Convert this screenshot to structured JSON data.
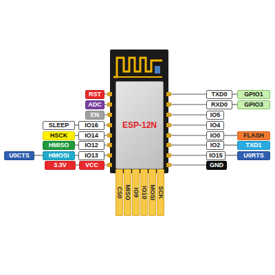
{
  "diagram": {
    "nodes": [
      {
        "text": [
          "RST"
        ]
      },
      {
        "text": [
          "TXD0"
        ]
      },
      {
        "text": [
          "GPIO1"
        ]
      },
      {
        "text": [
          "ADC"
        ]
      },
      {
        "text": [
          "RXD0"
        ]
      },
      {
        "text": [
          "GPIO3"
        ]
      },
      {
        "text": [
          "EN"
        ]
      },
      {
        "text": [
          "IO5"
        ]
      },
      {
        "text": [
          "ESP-12N"
        ]
      },
      {
        "text": [
          "SLEEP"
        ]
      },
      {
        "text": [
          "IO16"
        ]
      },
      {
        "text": [
          "IO4"
        ]
      },
      {
        "text": [
          "HSCK"
        ]
      },
      {
        "text": [
          "IO14"
        ]
      },
      {
        "text": [
          "IO0"
        ]
      },
      {
        "text": [
          "FLASH"
        ]
      },
      {
        "text": [
          "HMISO"
        ]
      },
      {
        "text": [
          "IO12"
        ]
      },
      {
        "text": [
          "IO2"
        ]
      },
      {
        "text": [
          "TXD1"
        ]
      },
      {
        "text": [
          "U0CTS"
        ]
      },
      {
        "text": [
          "HMOSI"
        ]
      },
      {
        "text": [
          "IO13"
        ]
      },
      {
        "text": [
          "IO15"
        ]
      },
      {
        "text": [
          "U0RTS"
        ]
      },
      {
        "text": [
          "3.3V"
        ]
      },
      {
        "text": [
          "VCC"
        ]
      },
      {
        "text": [
          "GND"
        ]
      },
      {
        "text": [
          "CS0"
        ]
      },
      {
        "text": [
          "MISO"
        ]
      },
      {
        "text": [
          "IO9"
        ]
      },
      {
        "text": [
          "IO10"
        ]
      },
      {
        "text": [
          "MOSI"
        ]
      },
      {
        "text": [
          "SCK"
        ]
      }
    ],
    "edges": [
      {
        "from": 1,
        "to": 2,
        "arrow": "none"
      },
      {
        "from": 4,
        "to": 5,
        "arrow": "none"
      },
      {
        "from": 9,
        "to": 10,
        "arrow": "none"
      },
      {
        "from": 12,
        "to": 13,
        "arrow": "none"
      },
      {
        "from": 14,
        "to": 15,
        "arrow": "none"
      },
      {
        "from": 16,
        "to": 17,
        "arrow": "none"
      },
      {
        "from": 18,
        "to": 19,
        "arrow": "none"
      },
      {
        "from": 20,
        "to": 21,
        "arrow": "none"
      },
      {
        "from": 21,
        "to": 22,
        "arrow": "none"
      },
      {
        "from": 23,
        "to": 24,
        "arrow": "none"
      },
      {
        "from": 25,
        "to": 26,
        "arrow": "none"
      }
    ]
  }
}
